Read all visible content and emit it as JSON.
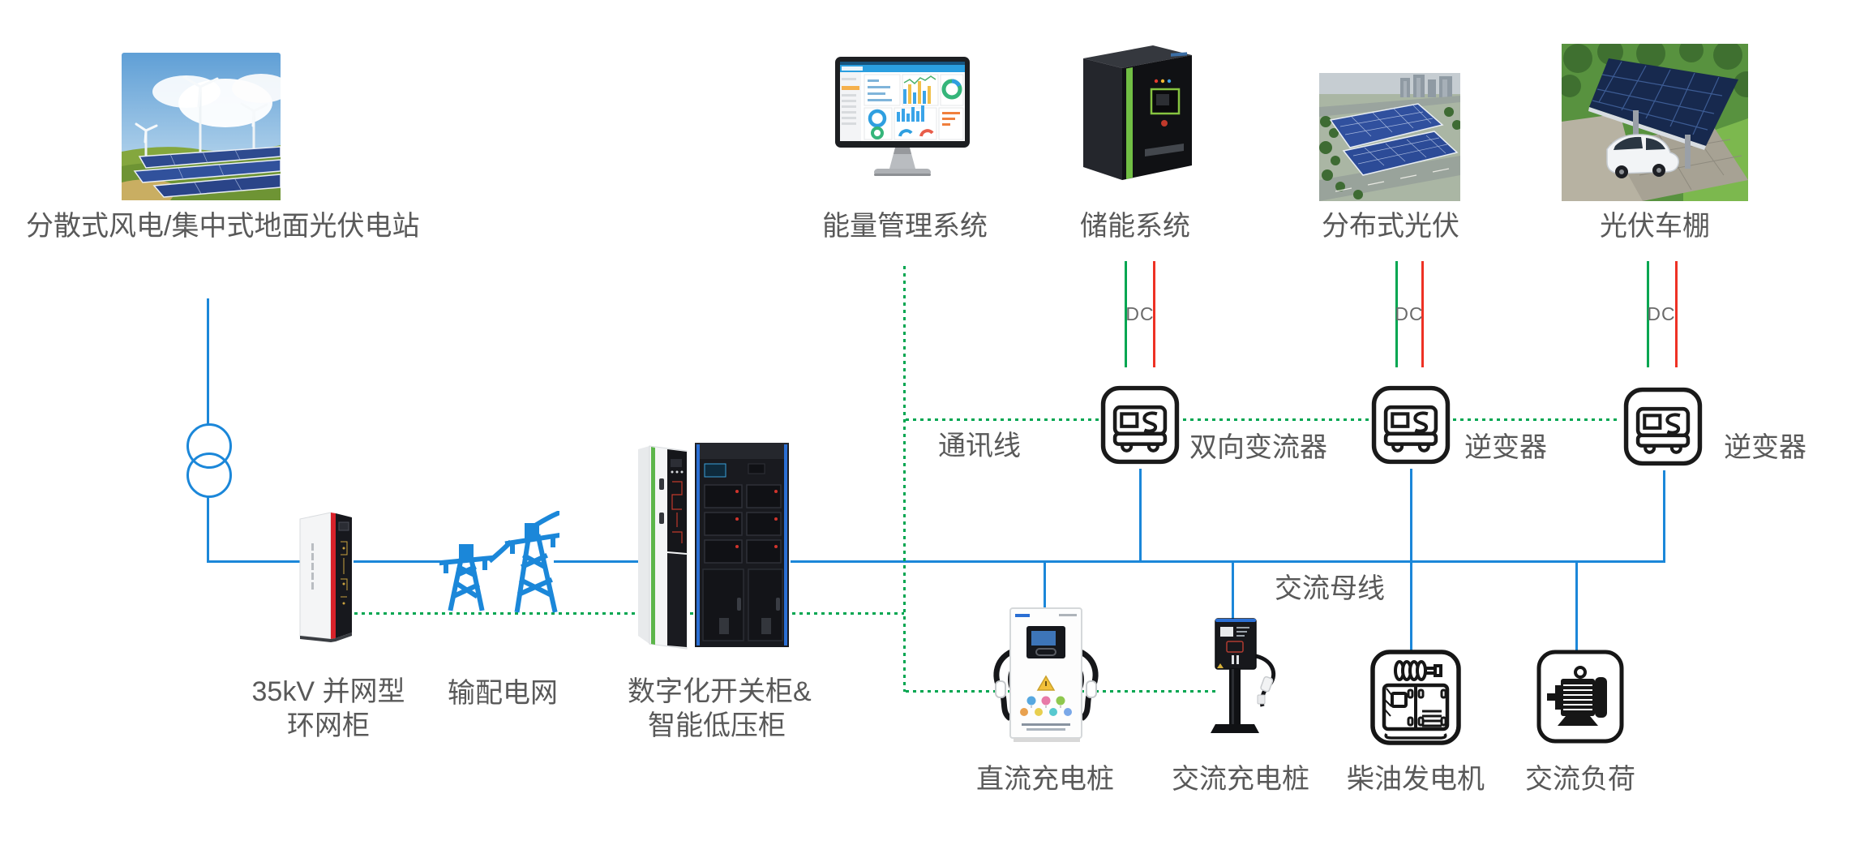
{
  "diagram_title": "",
  "colors": {
    "power_line_blue": "#1b87d9",
    "comm_line_green": "#00a651",
    "dc_positive_red": "#ee3124",
    "dc_negative_green": "#00a651",
    "label_gray": "#595959"
  },
  "labels": {
    "station": "分散式风电/集中式地面光伏电站",
    "ems": "能量管理系统",
    "storage": "储能系统",
    "distributed_pv": "分布式光伏",
    "carport": "光伏车棚",
    "dc": "DC",
    "comm_line": "通讯线",
    "bidirectional_converter": "双向变流器",
    "inverter": "逆变器",
    "ac_bus": "交流母线",
    "ring_cabinet_line1": "35kV 并网型",
    "ring_cabinet_line2": "环网柜",
    "power_grid": "输配电网",
    "switchgear_line1": "数字化开关柜&",
    "switchgear_line2": "智能低压柜",
    "dc_charger": "直流充电桩",
    "ac_charger": "交流充电桩",
    "diesel_generator": "柴油发电机",
    "ac_load": "交流负荷"
  }
}
